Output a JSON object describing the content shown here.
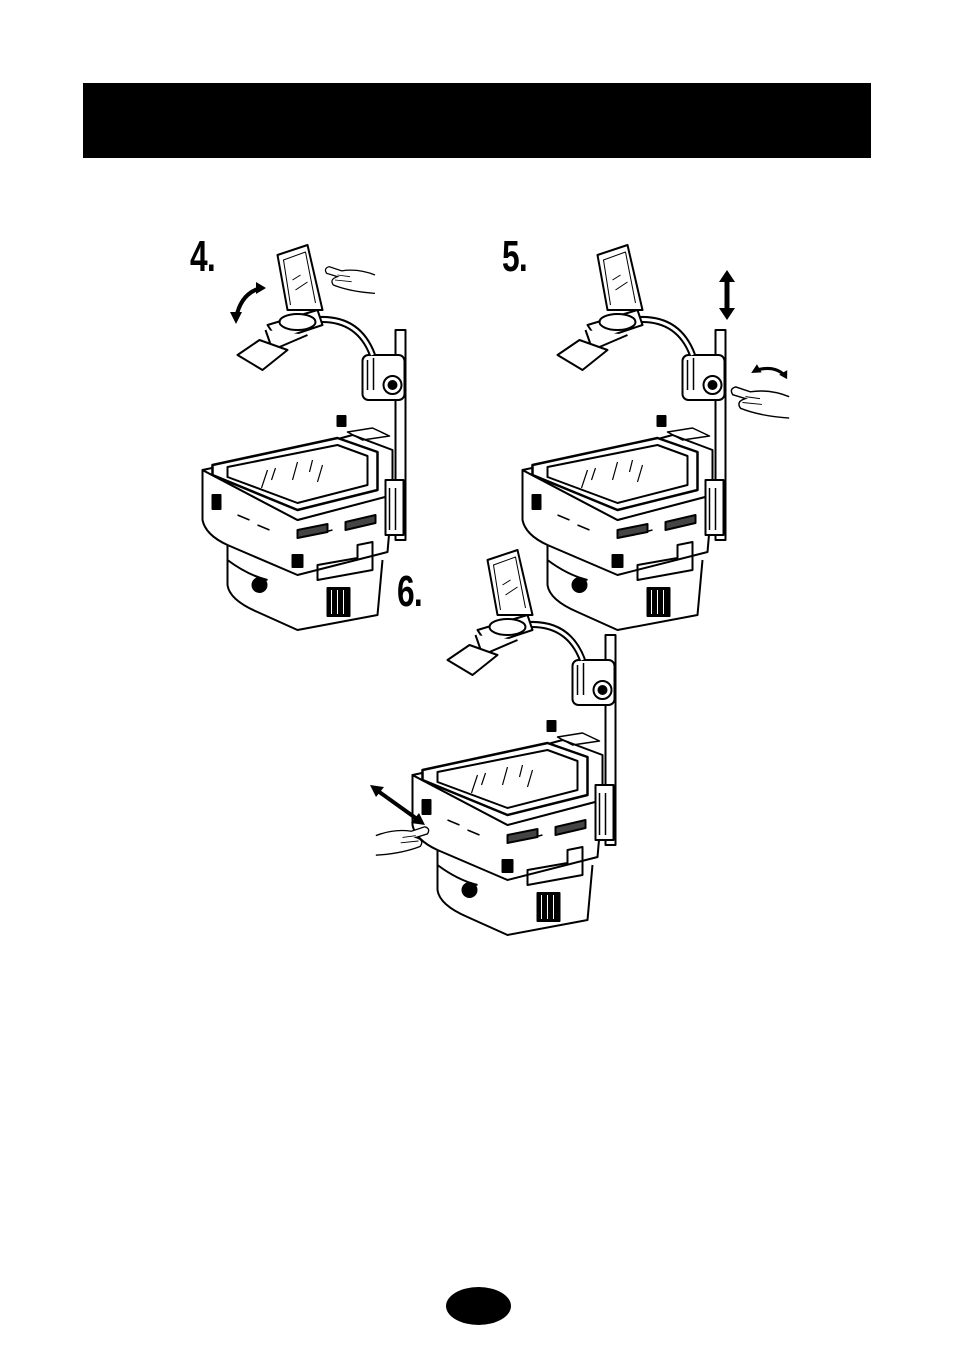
{
  "steps": [
    {
      "number": "4.",
      "action": "tilt-head"
    },
    {
      "number": "5.",
      "action": "raise-lower-head"
    },
    {
      "number": "6.",
      "action": "slide-focus"
    }
  ],
  "colors": {
    "ink": "#000000",
    "paper": "#ffffff"
  },
  "icons": [
    "curved-double-arrow-icon",
    "vertical-double-arrow-icon",
    "curved-arrow-icon",
    "horizontal-double-arrow-icon",
    "hand-icon"
  ]
}
